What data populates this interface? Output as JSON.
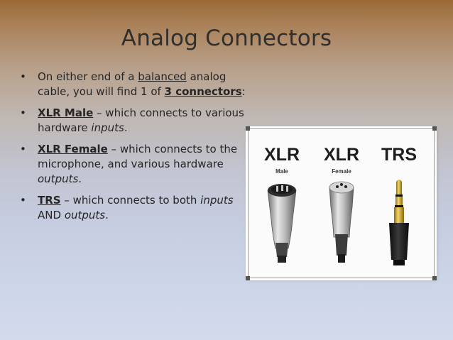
{
  "slide": {
    "title": "Analog Connectors",
    "bullets": [
      {
        "parts": [
          {
            "text": "On either end of a "
          },
          {
            "text": "balanced",
            "style": "underline"
          },
          {
            "text": " analog cable, you will find 1 of "
          },
          {
            "text": "3 connectors",
            "style": "bold-underline"
          },
          {
            "text": ":"
          }
        ]
      },
      {
        "parts": [
          {
            "text": "XLR Male",
            "style": "bold-underline"
          },
          {
            "text": " – which connects to various hardware "
          },
          {
            "text": "inputs",
            "style": "italic"
          },
          {
            "text": "."
          }
        ]
      },
      {
        "parts": [
          {
            "text": "XLR Female",
            "style": "bold-underline"
          },
          {
            "text": " – which connects to the microphone, and various hardware "
          },
          {
            "text": "outputs",
            "style": "italic"
          },
          {
            "text": "."
          }
        ]
      },
      {
        "parts": [
          {
            "text": "TRS",
            "style": "bold-underline"
          },
          {
            "text": " – which connects to both "
          },
          {
            "text": "inputs",
            "style": "italic"
          },
          {
            "text": " AND "
          },
          {
            "text": "outputs",
            "style": "italic"
          },
          {
            "text": "."
          }
        ]
      }
    ]
  },
  "photo": {
    "connectors": [
      {
        "heading": "XLR",
        "sub": "Male"
      },
      {
        "heading": "XLR",
        "sub": "Female"
      },
      {
        "heading": "TRS",
        "sub": ""
      }
    ]
  }
}
